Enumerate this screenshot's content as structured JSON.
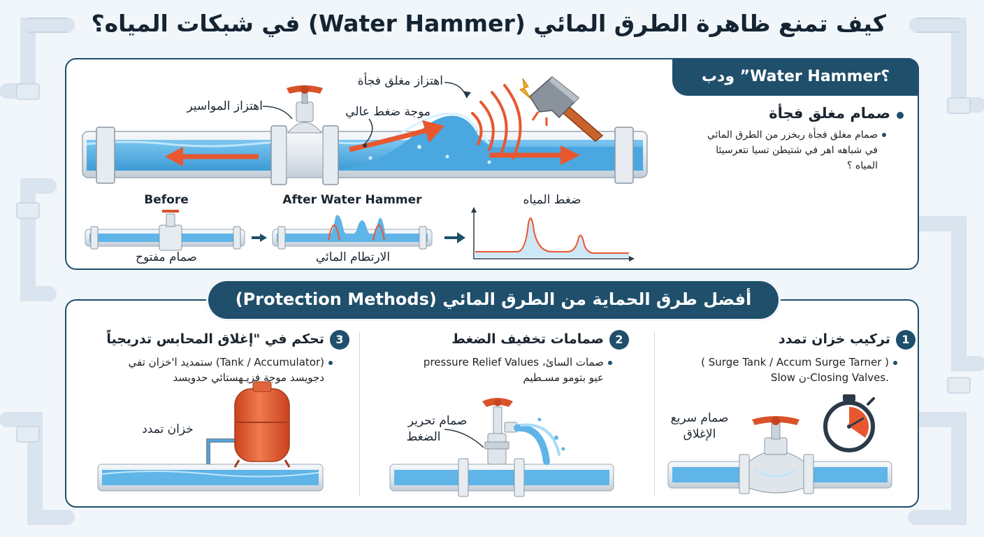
{
  "title": "كيف تمنع ظاهرة الطرق المائي (Water Hammer) في شبكات المياه؟",
  "top_panel": {
    "labels": {
      "pipe_vibration": "اهتزاز المواسير",
      "sudden_valve_vibration": "اهتزاز مغلق فجأة",
      "high_pressure_wave": "موجة ضغط عالي"
    },
    "sequence": {
      "before_title": "Before",
      "before_caption": "صمام مفتوح",
      "after_title": "After Water Hammer",
      "after_caption": "الارتطام المائي",
      "graph_title": "ضغط المياه"
    },
    "side": {
      "header": "ودب ”Water Hammer؟",
      "bullet_title": "صمام مغلق فجأة",
      "body_lines": [
        "صمام مغلق فجأة ربخزر من الطرق المائي",
        "في شباهه اهر في شتيطن تسيا نتعرسيئا",
        "المياه ؟"
      ]
    }
  },
  "bottom_panel": {
    "header": "أفضل طرق الحماية من الطرق المائي (Protection Methods)",
    "methods": [
      {
        "number": "1",
        "title": "تركيب خزان تمدد",
        "line1": "( Surge Tank / Accum Surge Tarner )",
        "line2": "Slow ن-Closing Valves.",
        "callout": "صمام سريع",
        "callout2": "الإغلاق"
      },
      {
        "number": "2",
        "title": "صمامات تخفيف الضغط",
        "line1": "صمات السائ، pressure Relief Values",
        "line2": "عيو بتومو مسـطيم",
        "callout": "صمام تحرير",
        "callout2": "الضغط"
      },
      {
        "number": "3",
        "title": "تحكم في \"إغلاق المحابس تدريجياً",
        "line1": "(Tank / Accumulator) ستمديد ا'خزان تفي",
        "line2": "دجويسد موجة فزيـهستائي حدويسد",
        "callout": "خزان تمدد",
        "callout2": ""
      }
    ]
  },
  "colors": {
    "navy": "#1f4f6b",
    "water": "#5fb4e8",
    "water_light": "#a9dcf7",
    "arrow": "#e8572f",
    "tank": "#e8572f",
    "pipe": "#e3e8ed",
    "pipe_edge": "#9aa6b2"
  },
  "icons": [
    "hammer-icon",
    "valve-icon",
    "stopwatch-icon",
    "expansion-tank-icon",
    "lightning-icon"
  ]
}
